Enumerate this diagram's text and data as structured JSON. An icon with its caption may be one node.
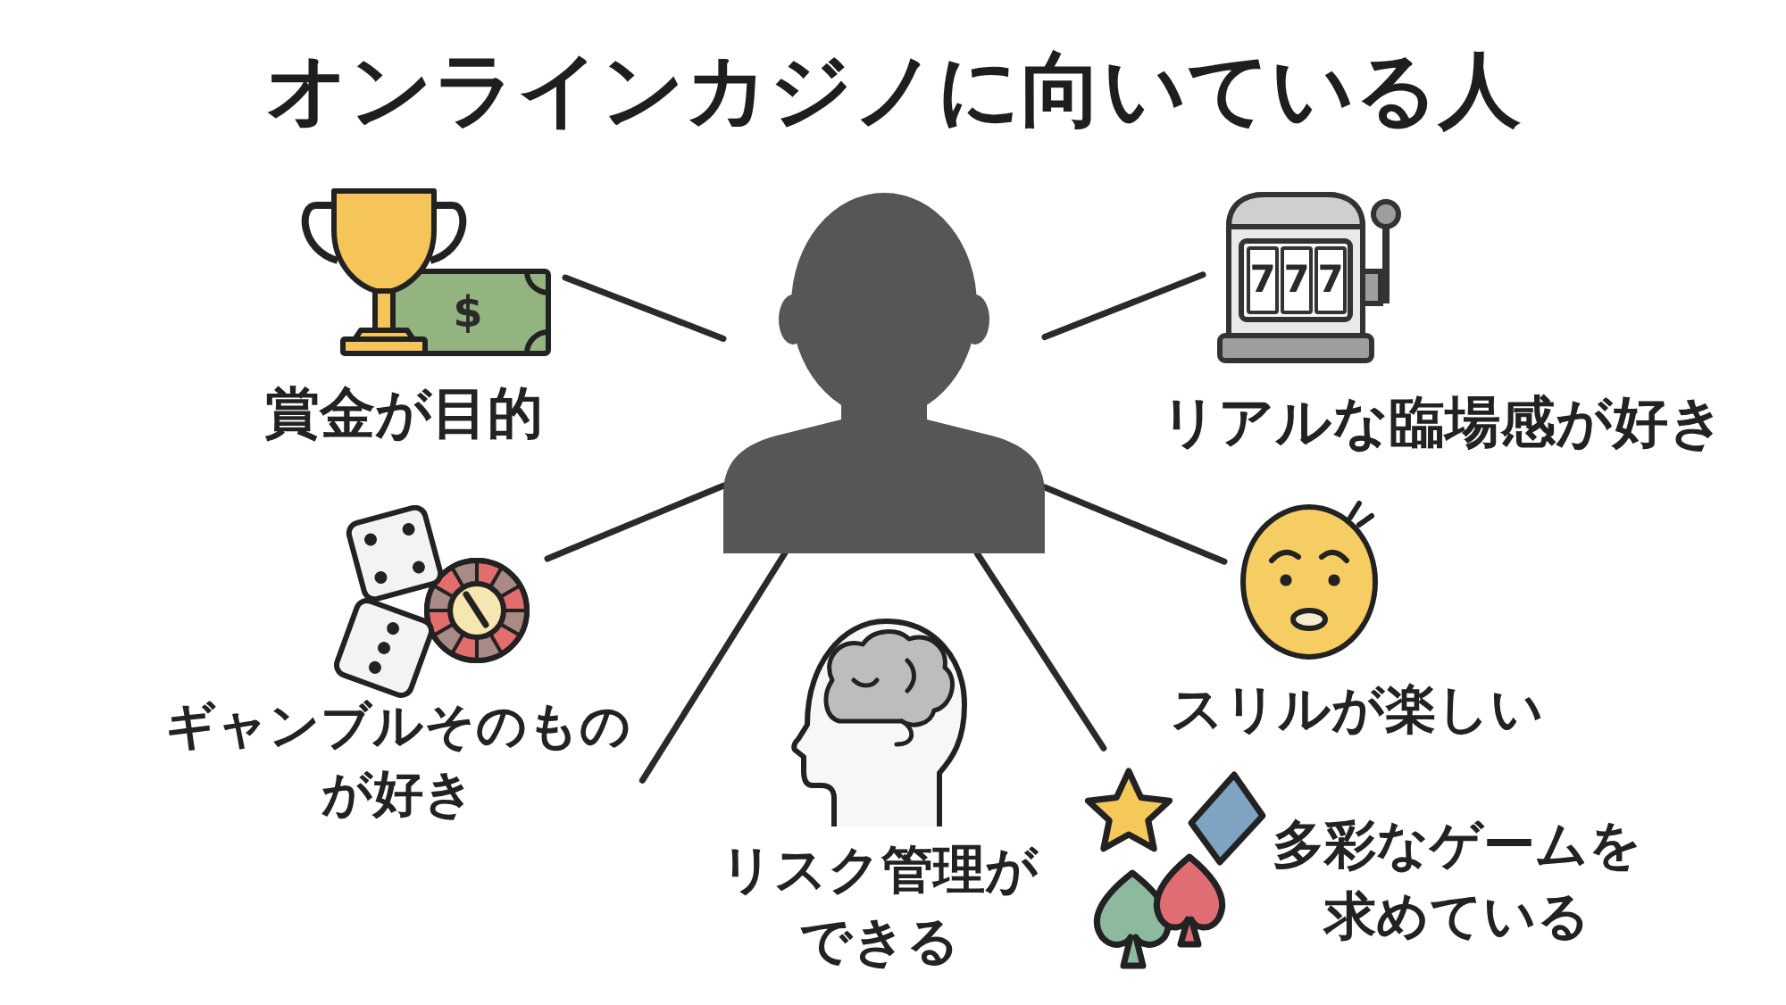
{
  "diagram": {
    "title": "オンラインカジノに向いている人",
    "nodes": [
      {
        "text": [
          "賞金が目的"
        ]
      },
      {
        "text": [],
        "shape": "person"
      },
      {
        "text": [
          "リアルな臨場感が好き"
        ]
      },
      {
        "text": [
          "ギャンブルそのものが好き"
        ]
      },
      {
        "text": [
          "スリルが楽しい"
        ]
      },
      {
        "text": [
          "リスク管理ができる"
        ]
      },
      {
        "text": [
          "多彩なゲームを求めている"
        ]
      }
    ],
    "edges": [
      {
        "from": 1,
        "to": 0,
        "arrow": "none"
      },
      {
        "from": 1,
        "to": 2,
        "arrow": "none"
      },
      {
        "from": 1,
        "to": 3,
        "arrow": "none"
      },
      {
        "from": 1,
        "to": 4,
        "arrow": "none"
      },
      {
        "from": 1,
        "to": 3,
        "arrow": "none"
      },
      {
        "from": 1,
        "to": 6,
        "arrow": "none"
      }
    ],
    "labels": [
      "$",
      "7",
      "7",
      "7"
    ]
  }
}
